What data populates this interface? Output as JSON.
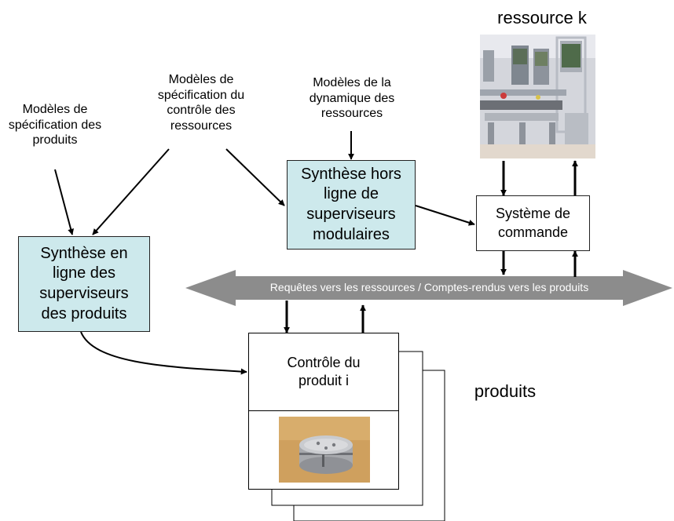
{
  "labels": {
    "resource_title": "ressource k",
    "products_title": "produits",
    "model_product_spec": "Modèles de spécification des produits",
    "model_resource_control": "Modèles de spécification du contrôle des ressources",
    "model_resource_dynamics": "Modèles de la dynamique des ressources"
  },
  "boxes": {
    "offline_synthesis": "Synthèse hors ligne de superviseurs modulaires",
    "online_synthesis": "Synthèse en ligne des superviseurs des produits",
    "command_system": "Système de commande",
    "product_control": "Contrôle du produit i"
  },
  "bus": {
    "label": "Requêtes vers les ressources / Comptes-rendus vers les produits"
  },
  "icons": {
    "resource_photo": "factory-machine-photo",
    "product_photo": "metal-cylinder-part-photo"
  },
  "colors": {
    "box_fill": "#cde9ec",
    "bus_fill": "#8c8c8c"
  }
}
